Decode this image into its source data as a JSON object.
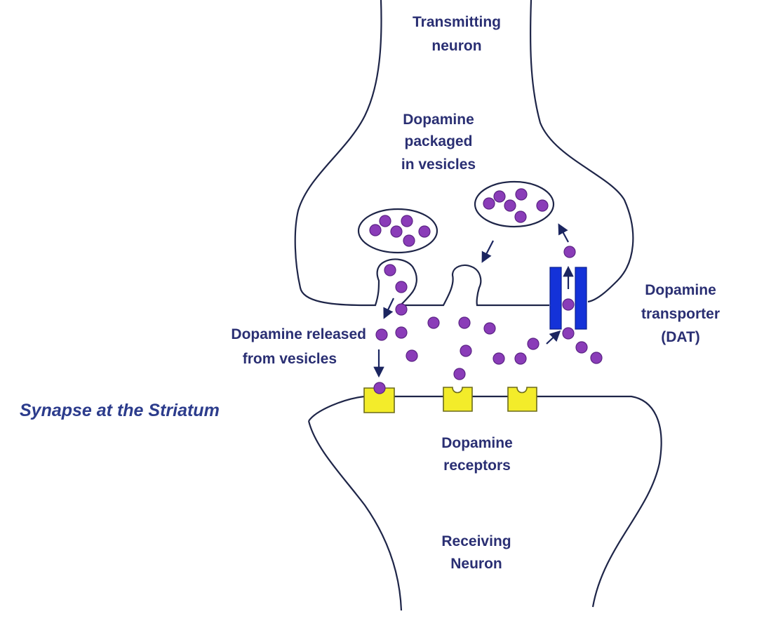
{
  "diagram": {
    "title": "Synapse at the Striatum",
    "labels": {
      "transmitting_line1": "Transmitting",
      "transmitting_line2": "neuron",
      "packaged_line1": "Dopamine",
      "packaged_line2": "packaged",
      "packaged_line3": "in vesicles",
      "released_line1": "Dopamine released",
      "released_line2": "from vesicles",
      "transporter_line1": "Dopamine",
      "transporter_line2": "transporter",
      "transporter_line3": "(DAT)",
      "receptors_line1": "Dopamine",
      "receptors_line2": "receptors",
      "receiving_line1": "Receiving",
      "receiving_line2": "Neuron"
    }
  },
  "colors": {
    "text": "#2a2f73",
    "title": "#2c3c8c",
    "dopamine": "#8a3cb8",
    "receptor": "#f3ec2a",
    "transporter": "#1432d8",
    "outline": "#1e2548"
  }
}
